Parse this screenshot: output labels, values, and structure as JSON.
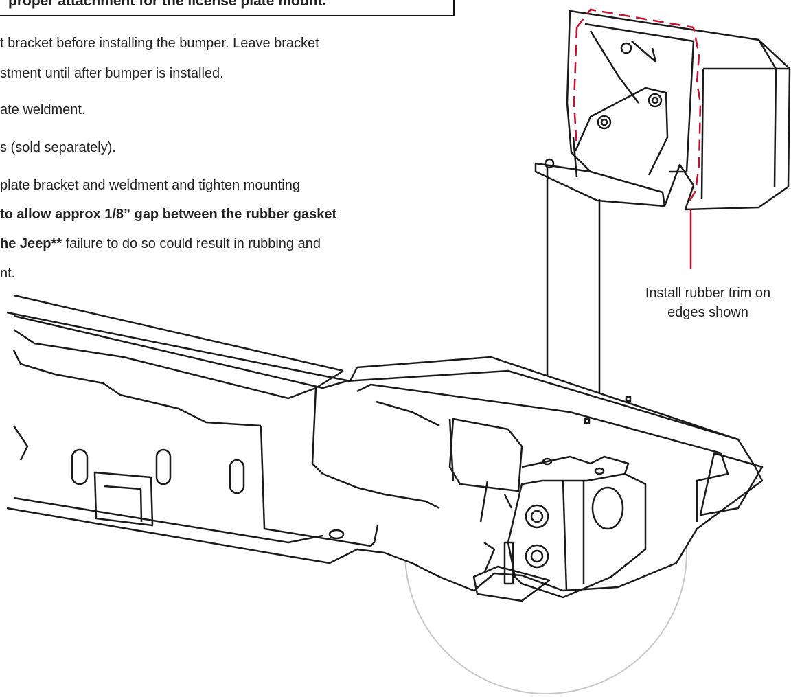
{
  "note_heading": "proper attachment for the license plate mount.",
  "instructions": [
    {
      "text": "t bracket before installing the bumper. Leave bracket"
    },
    {
      "text": "stment until after bumper is installed."
    },
    {
      "text": "ate weldment."
    },
    {
      "text": "s (sold separately)."
    },
    {
      "text": "plate bracket and weldment and tighten mounting"
    },
    {
      "text": "to allow approx 1/8” gap between the rubber gasket"
    },
    {
      "bold": "he Jeep**",
      "text": " failure to do so could result in rubbing and"
    },
    {
      "text": "nt."
    }
  ],
  "callout": {
    "line1": "Install rubber trim on",
    "line2": "edges shown"
  },
  "colors": {
    "trim_marker": "#c8102e",
    "linework": "#1a1a1a",
    "detail_circle": "#c8c8c8"
  }
}
